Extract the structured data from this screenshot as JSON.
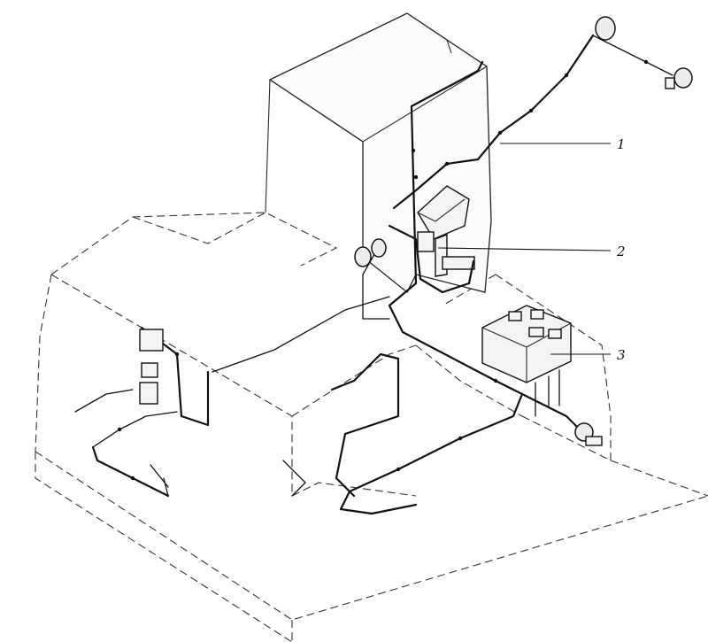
{
  "callouts": [
    {
      "label": "1"
    },
    {
      "label": "2"
    },
    {
      "label": "3"
    }
  ],
  "colors": {
    "ink": "#111111",
    "paper": "#ffffff"
  }
}
